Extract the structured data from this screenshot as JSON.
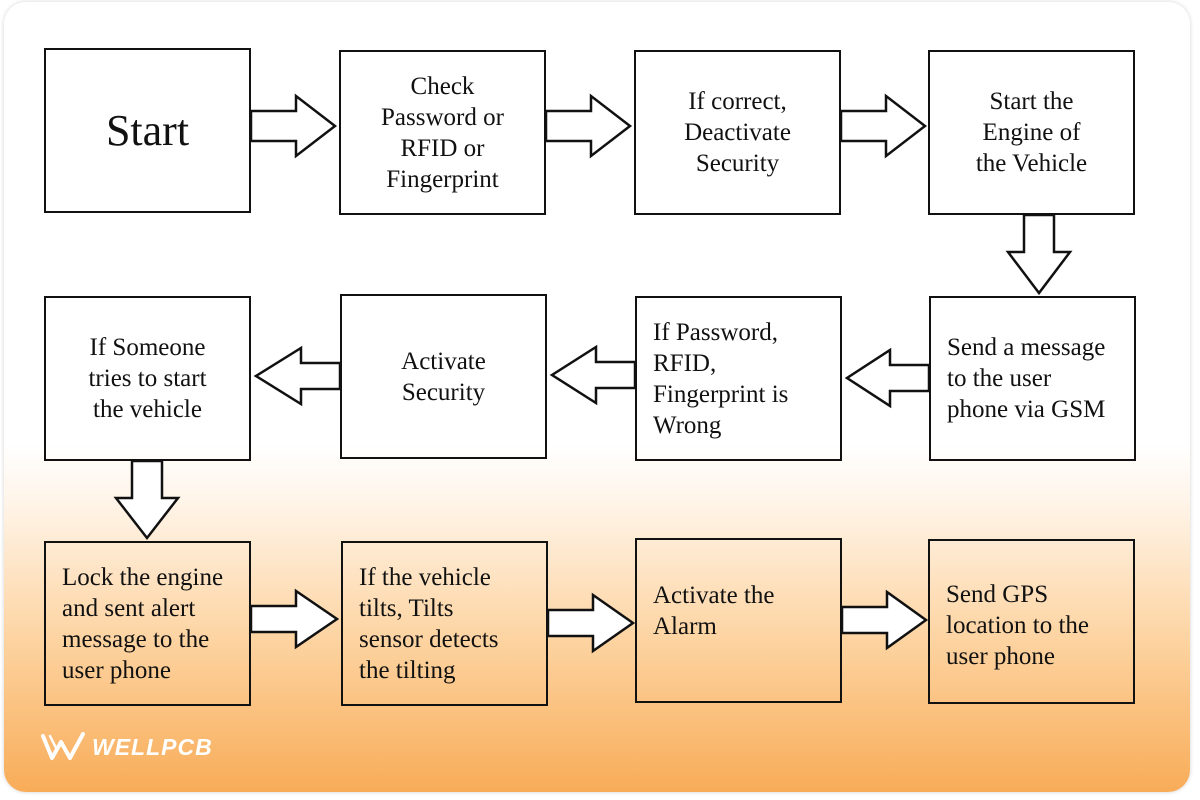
{
  "diagram": {
    "nodes": [
      {
        "id": "start",
        "label": "Start"
      },
      {
        "id": "check",
        "label": "Check\nPassword or\nRFID or\nFingerprint"
      },
      {
        "id": "deactivate",
        "label": "If correct,\nDeactivate\nSecurity"
      },
      {
        "id": "engine",
        "label": "Start the\nEngine of\nthe Vehicle"
      },
      {
        "id": "message",
        "label": "Send a message\nto the user\nphone via GSM"
      },
      {
        "id": "wrong",
        "label": "If Password,\nRFID,\nFingerprint is\nWrong"
      },
      {
        "id": "activate_security",
        "label": "Activate\nSecurity"
      },
      {
        "id": "someone",
        "label": "If Someone\ntries to start\nthe vehicle"
      },
      {
        "id": "lock",
        "label": "Lock the engine\nand sent alert\nmessage to the\nuser phone"
      },
      {
        "id": "tilt",
        "label": "If the vehicle\ntilts, Tilts\nsensor detects\nthe tilting"
      },
      {
        "id": "alarm",
        "label": "Activate the\nAlarm"
      },
      {
        "id": "gps",
        "label": "Send GPS\nlocation to the\nuser phone"
      }
    ],
    "edges": [
      [
        "start",
        "check"
      ],
      [
        "check",
        "deactivate"
      ],
      [
        "deactivate",
        "engine"
      ],
      [
        "engine",
        "message"
      ],
      [
        "message",
        "wrong"
      ],
      [
        "wrong",
        "activate_security"
      ],
      [
        "activate_security",
        "someone"
      ],
      [
        "someone",
        "lock"
      ],
      [
        "lock",
        "tilt"
      ],
      [
        "tilt",
        "alarm"
      ],
      [
        "alarm",
        "gps"
      ]
    ]
  },
  "logo": {
    "text": "WELLPCB",
    "icon": "wellpcb-w-logo-icon"
  },
  "colors": {
    "line": "#111111",
    "arrow_fill": "#ffffff",
    "gradient_bottom": "#f8ac58"
  }
}
